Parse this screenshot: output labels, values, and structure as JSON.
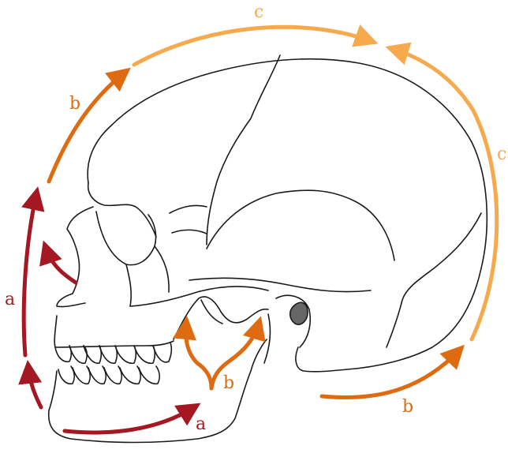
{
  "colors": {
    "a": "#a31822",
    "b": "#de6a12",
    "c": "#f6a94d",
    "outline": "#1a1a1a",
    "ear_canal": "#666666"
  },
  "labels": {
    "face_a": "a",
    "face_b": "b",
    "top_c": "c",
    "back_c": "c",
    "jaw_a": "a",
    "jaw_b": "b",
    "base_b": "b"
  }
}
